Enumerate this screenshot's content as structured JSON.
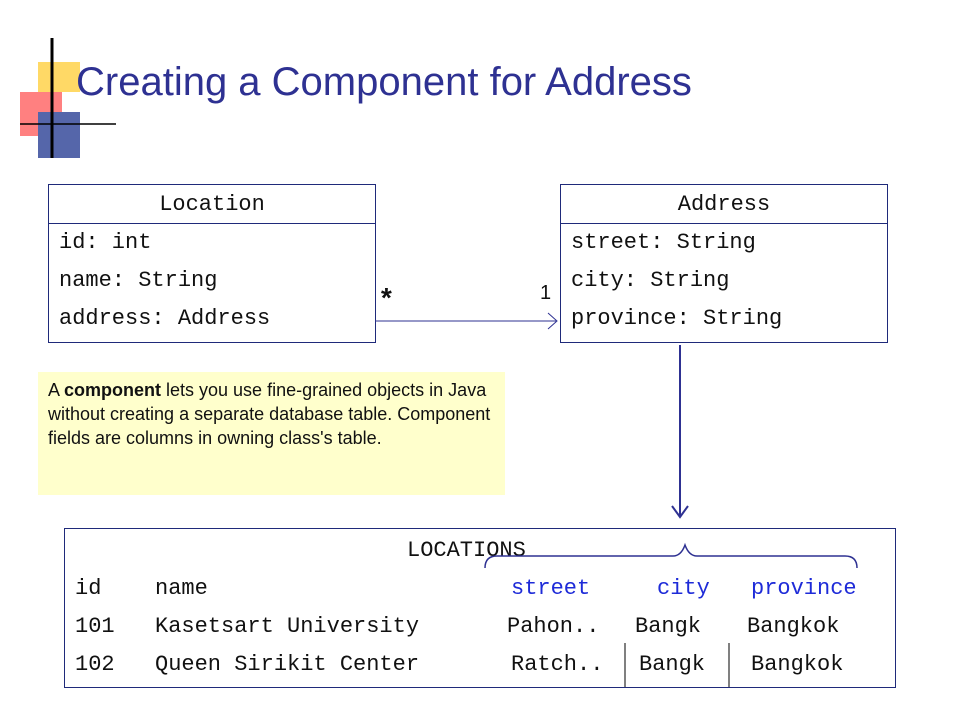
{
  "title": "Creating a Component for Address",
  "location_class": {
    "name": "Location",
    "fields": [
      "id: int",
      "name: String",
      "address: Address"
    ]
  },
  "address_class": {
    "name": "Address",
    "fields": [
      "street: String",
      "city: String",
      "province: String"
    ]
  },
  "association": {
    "source_multiplicity": "*",
    "target_multiplicity": "1"
  },
  "note": {
    "text_before": "A ",
    "bold": "component",
    "text_after": " lets you use fine-grained objects in Java without creating a separate database table.  Component fields are columns in owning class's table."
  },
  "table": {
    "name": "LOCATIONS",
    "columns": [
      "id",
      "name",
      "street",
      "city",
      "province"
    ],
    "rows": [
      [
        "101",
        "Kasetsart University",
        "Pahon..",
        "Bangk",
        "Bangkok"
      ],
      [
        "102",
        "Queen Sirikit Center",
        "Ratch..",
        "Bangk",
        "Bangkok"
      ]
    ]
  },
  "colors": {
    "title": "#2e3192",
    "box_border": "#1f2a7a",
    "note_background": "#ffffcc",
    "component_columns": "#1e2bd8",
    "arrow": "#2e3192"
  }
}
